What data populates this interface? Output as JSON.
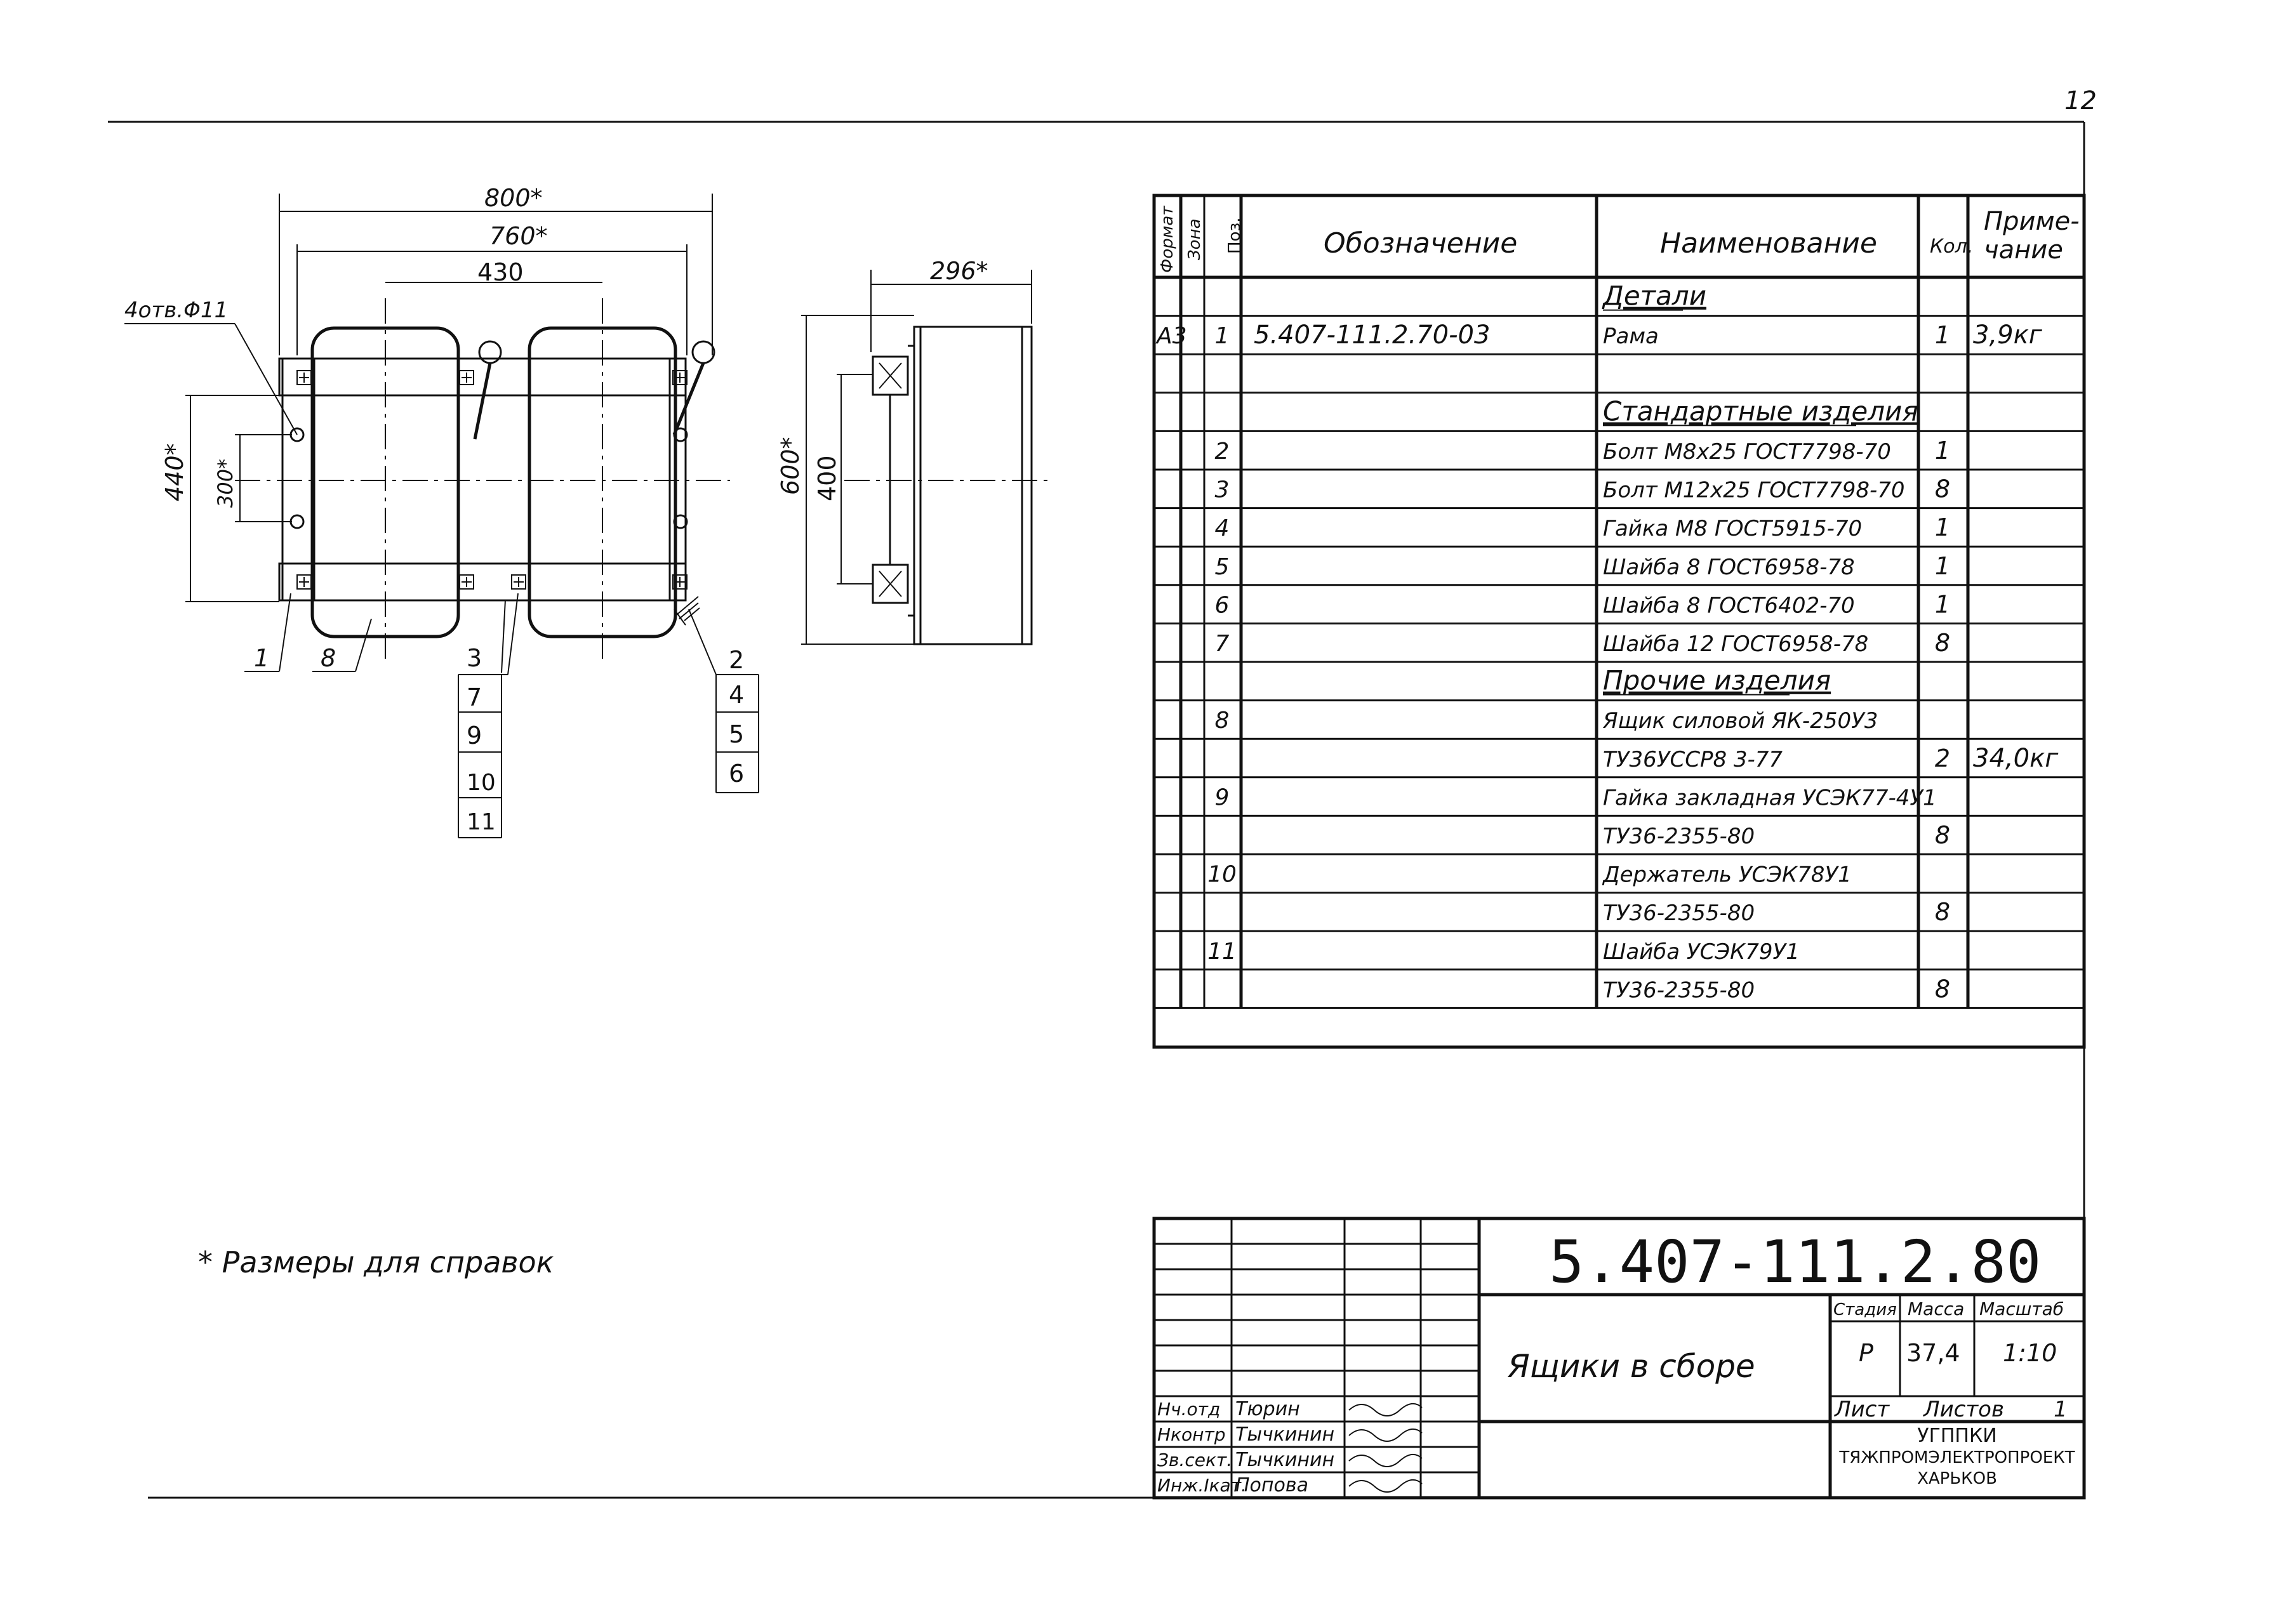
{
  "page_number": "12",
  "drawing": {
    "dims": [
      "800*",
      "760*",
      "430",
      "296*",
      "440*",
      "300*",
      "600*",
      "400"
    ],
    "hole_note": "4отв.Φ11",
    "positions_left": [
      "1",
      "8"
    ],
    "positions_mid": [
      "3",
      "7",
      "9",
      "10",
      "11"
    ],
    "positions_right": [
      "2",
      "4",
      "5",
      "6"
    ]
  },
  "reference_note": "* Размеры для справок",
  "spec_table": {
    "headers": {
      "format": "Формат",
      "zone": "Зона",
      "pos": "Поз.",
      "designation": "Обозначение",
      "name": "Наименование",
      "qty": "Кол.",
      "note_1": "Приме-",
      "note_2": "чание"
    },
    "rows": [
      {
        "format": "",
        "pos": "",
        "designation": "",
        "name": "Детали",
        "qty": "",
        "note": "",
        "section": true
      },
      {
        "format": "А3",
        "pos": "1",
        "designation": "5.407-111.2.70-03",
        "name": "Рама",
        "qty": "1",
        "note": "3,9кг",
        "section": false
      },
      {
        "format": "",
        "pos": "",
        "designation": "",
        "name": "",
        "qty": "",
        "note": "",
        "section": false
      },
      {
        "format": "",
        "pos": "",
        "designation": "",
        "name": "Стандартные изделия",
        "qty": "",
        "note": "",
        "section": true
      },
      {
        "format": "",
        "pos": "2",
        "designation": "",
        "name": "Болт М8х25 ГОСТ7798-70",
        "qty": "1",
        "note": "",
        "section": false
      },
      {
        "format": "",
        "pos": "3",
        "designation": "",
        "name": "Болт М12х25 ГОСТ7798-70",
        "qty": "8",
        "note": "",
        "section": false
      },
      {
        "format": "",
        "pos": "4",
        "designation": "",
        "name": "Гайка М8 ГОСТ5915-70",
        "qty": "1",
        "note": "",
        "section": false
      },
      {
        "format": "",
        "pos": "5",
        "designation": "",
        "name": "Шайба 8 ГОСТ6958-78",
        "qty": "1",
        "note": "",
        "section": false
      },
      {
        "format": "",
        "pos": "6",
        "designation": "",
        "name": "Шайба 8 ГОСТ6402-70",
        "qty": "1",
        "note": "",
        "section": false
      },
      {
        "format": "",
        "pos": "7",
        "designation": "",
        "name": "Шайба 12 ГОСТ6958-78",
        "qty": "8",
        "note": "",
        "section": false
      },
      {
        "format": "",
        "pos": "",
        "designation": "",
        "name": "Прочие изделия",
        "qty": "",
        "note": "",
        "section": true
      },
      {
        "format": "",
        "pos": "8",
        "designation": "",
        "name": "Ящик силовой ЯК-250У3",
        "qty": "",
        "note": "",
        "section": false
      },
      {
        "format": "",
        "pos": "",
        "designation": "",
        "name": "ТУ36УССР8 3-77",
        "qty": "2",
        "note": "34,0кг",
        "section": false
      },
      {
        "format": "",
        "pos": "9",
        "designation": "",
        "name": "Гайка закладная УСЭК77-4У1",
        "qty": "",
        "note": "",
        "section": false
      },
      {
        "format": "",
        "pos": "",
        "designation": "",
        "name": "ТУ36-2355-80",
        "qty": "8",
        "note": "",
        "section": false
      },
      {
        "format": "",
        "pos": "10",
        "designation": "",
        "name": "Держатель УСЭК78У1",
        "qty": "",
        "note": "",
        "section": false
      },
      {
        "format": "",
        "pos": "",
        "designation": "",
        "name": "ТУ36-2355-80",
        "qty": "8",
        "note": "",
        "section": false
      },
      {
        "format": "",
        "pos": "11",
        "designation": "",
        "name": "Шайба УСЭК79У1",
        "qty": "",
        "note": "",
        "section": false
      },
      {
        "format": "",
        "pos": "",
        "designation": "",
        "name": "ТУ36-2355-80",
        "qty": "8",
        "note": "",
        "section": false
      }
    ]
  },
  "title_block": {
    "code": "5.407-111.2.80",
    "name": "Ящики в сборе",
    "stage_label": "Стадия",
    "mass_label": "Масса",
    "scale_label": "Масштаб",
    "stage": "Р",
    "mass": "37,4",
    "scale": "1:10",
    "sheet_label": "Лист",
    "sheets_label": "Листов",
    "sheets": "1",
    "org": [
      "УГППКИ",
      "ТЯЖПРОМЭЛЕКТРОПРОЕКТ",
      "ХАРЬКОВ"
    ],
    "signatures": [
      {
        "role": "Нч.отд",
        "name": "Тюрин"
      },
      {
        "role": "Нконтр",
        "name": "Тычкинин"
      },
      {
        "role": "Зв.сект.",
        "name": "Тычкинин"
      },
      {
        "role": "Инж.Ікат.",
        "name": "Попова"
      }
    ]
  }
}
